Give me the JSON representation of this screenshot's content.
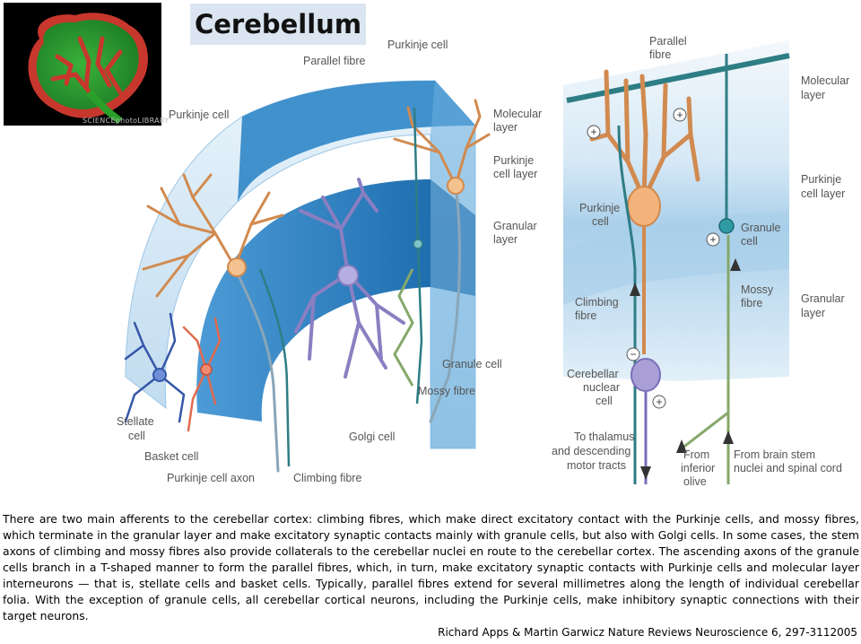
{
  "title": "Cerebellum",
  "photo_credit": "SCIENCEphotoLIBRARY",
  "labels": {
    "parallel_fibre_left": "Parallel fibre",
    "purkinje_cell_top": "Purkinje cell",
    "purkinje_cell_left": "Purkinje cell",
    "molecular_layer_mid_1": "Molecular",
    "molecular_layer_mid_2": "layer",
    "purkinje_layer_mid_1": "Purkinje",
    "purkinje_layer_mid_2": "cell layer",
    "granular_layer_mid_1": "Granular",
    "granular_layer_mid_2": "layer",
    "granule_cell_mid": "Granule cell",
    "mossy_fibre_mid": "Mossy fibre",
    "golgi_cell": "Golgi cell",
    "stellate_cell_1": "Stellate",
    "stellate_cell_2": "cell",
    "basket_cell": "Basket cell",
    "purkinje_axon": "Purkinje cell axon",
    "climbing_fibre_bottom": "Climbing fibre",
    "parallel_fibre_right_1": "Parallel",
    "parallel_fibre_right_2": "fibre",
    "molecular_layer_right_1": "Molecular",
    "molecular_layer_right_2": "layer",
    "purkinje_layer_right_1": "Purkinje",
    "purkinje_layer_right_2": "cell layer",
    "granular_layer_right_1": "Granular",
    "granular_layer_right_2": "layer",
    "purkinje_cell_right_1": "Purkinje",
    "purkinje_cell_right_2": "cell",
    "granule_cell_right_1": "Granule",
    "granule_cell_right_2": "cell",
    "mossy_fibre_right_1": "Mossy",
    "mossy_fibre_right_2": "fibre",
    "climbing_fibre_right_1": "Climbing",
    "climbing_fibre_right_2": "fibre",
    "cerebellar_nuclear_1": "Cerebellar",
    "cerebellar_nuclear_2": "nuclear",
    "cerebellar_nuclear_3": "cell",
    "thalamus_1": "To thalamus",
    "thalamus_2": "and descending",
    "thalamus_3": "motor tracts",
    "inferior_olive_1": "From",
    "inferior_olive_2": "inferior",
    "inferior_olive_3": "olive",
    "brain_stem_1": "From brain stem",
    "brain_stem_2": "nuclei and spinal cord",
    "plus": "+",
    "minus": "−"
  },
  "colors": {
    "molecular_layer": "#cfe4f3",
    "molecular_edge": "#4f9fd3",
    "granular_layer": "#2f86c7",
    "purkinje_cell": "#f3b37a",
    "fibre_teal": "#2e7d85",
    "basket_cell": "#e06b4f",
    "stellate_cell": "#3657a8",
    "golgi_cell": "#8a7fc1",
    "mossy_fibre": "#86a86a"
  },
  "caption": "There are two main afferents to the cerebellar cortex: climbing fibres, which make direct excitatory contact with the Purkinje cells, and mossy fibres, which terminate in the granular layer and make excitatory synaptic contacts mainly with granule cells, but also with Golgi cells. In some cases, the stem axons of climbing and mossy fibres also provide collaterals to the cerebellar nuclei en route to the cerebellar cortex. The ascending axons of the granule cells branch in a T-shaped manner to form the parallel fibres, which, in turn, make excitatory synaptic contacts with Purkinje cells and molecular layer interneurons — that is, stellate cells and basket cells. Typically, parallel fibres extend for several millimetres along the length of individual cerebellar folia. With the exception of granule cells, all cerebellar cortical neurons, including the Purkinje cells, make inhibitory synaptic connections with their target neurons.",
  "citation": "Richard Apps & Martin Garwicz Nature Reviews Neuroscience 6, 297-3112005"
}
